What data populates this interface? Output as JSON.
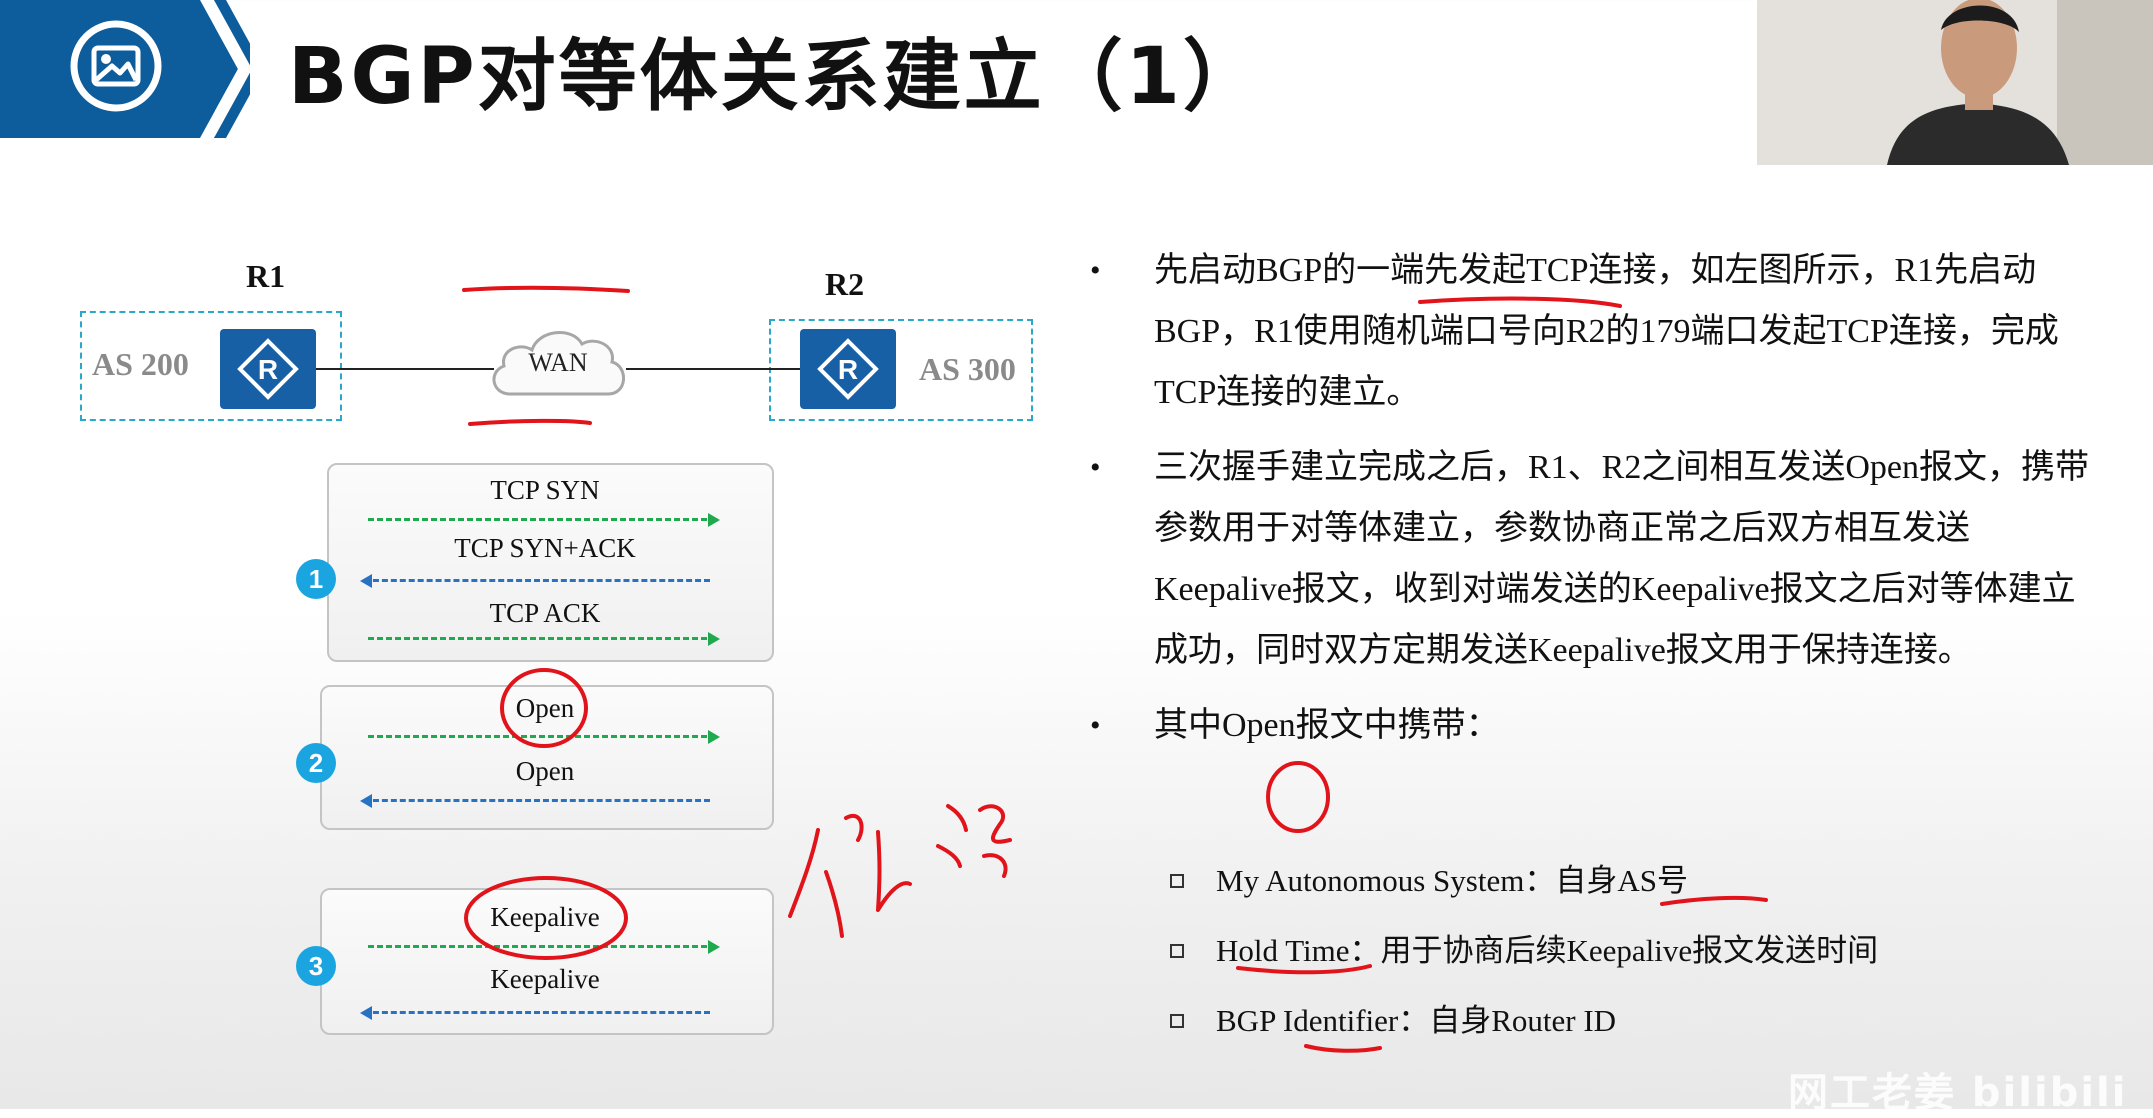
{
  "title": "BGP对等体关系建立（1）",
  "header": {
    "logo_icon": "image-icon",
    "band_color": "#0d5d9c"
  },
  "topology": {
    "r1_label": "R1",
    "r2_label": "R2",
    "as_left": "AS 200",
    "as_right": "AS 300",
    "wan_label": "WAN",
    "router_icon": "router-icon"
  },
  "phases": [
    {
      "step": "1",
      "messages": [
        "TCP SYN",
        "TCP SYN+ACK",
        "TCP ACK"
      ]
    },
    {
      "step": "2",
      "messages": [
        "Open",
        "Open"
      ]
    },
    {
      "step": "3",
      "messages": [
        "Keepalive",
        "Keepalive"
      ]
    }
  ],
  "bullets": [
    "先启动BGP的一端先发起TCP连接，如左图所示，R1先启动BGP，R1使用随机端口号向R2的179端口发起TCP连接，完成TCP连接的建立。",
    "三次握手建立完成之后，R1、R2之间相互发送Open报文，携带参数用于对等体建立，参数协商正常之后双方相互发送Keepalive报文，收到对端发送的Keepalive报文之后对等体建立成功，同时双方定期发送Keepalive报文用于保持连接。",
    "其中Open报文中携带："
  ],
  "bullet_marker": "•",
  "sub_items": [
    "My Autonomous System：自身AS号",
    "Hold Time：用于协商后续Keepalive报文发送时间",
    "BGP Identifier：自身Router ID"
  ],
  "watermark": "网工老姜 bilibili",
  "colors": {
    "accent_blue": "#0d5d9c",
    "router_blue": "#1760a6",
    "step_cyan": "#1aa5e0",
    "arrow_green": "#1faa4f",
    "arrow_blue": "#2872c4",
    "annotation_red": "#e0141a"
  }
}
